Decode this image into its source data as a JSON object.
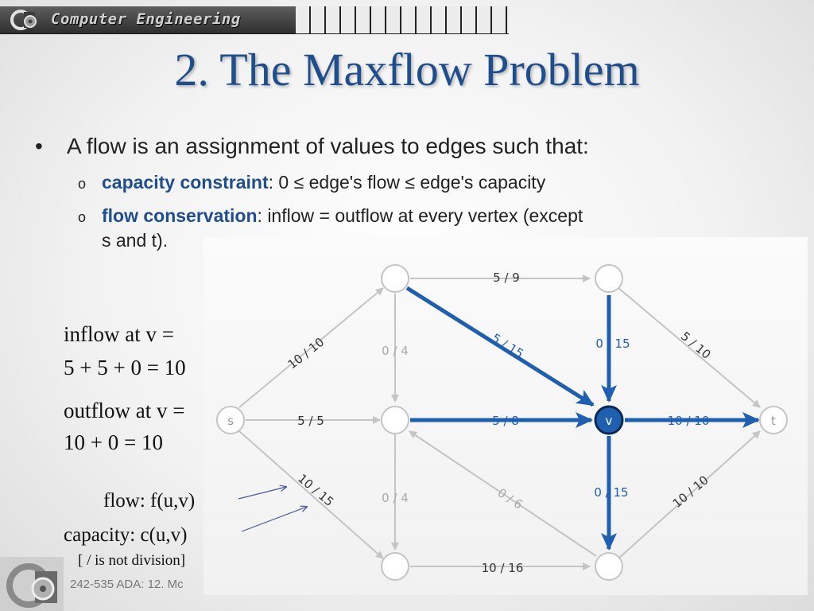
{
  "header": {
    "banner_text": "Computer Engineering"
  },
  "title": "2. The Maxflow Problem",
  "bullets": {
    "main": "A flow is an assignment of values to edges such that:",
    "sub1_term": "capacity constraint",
    "sub1_text": ":  0  ≤  edge's flow  ≤  edge's capacity",
    "sub2_term": "flow conservation",
    "sub2_text": ":  inflow  =  outflow at every vertex (except",
    "sub2_cont": "s and t)."
  },
  "annotations": {
    "inflow_label": "inflow at v =",
    "inflow_calc": "5 + 5 + 0 = 10",
    "outflow_label": "outflow at v =",
    "outflow_calc": "10 + 0 = 10",
    "flow_def": "flow: f(u,v)",
    "capacity_def": "capacity: c(u,v)",
    "division_note": "[ / is not division]"
  },
  "graph": {
    "nodes": [
      {
        "id": "s",
        "label": "s"
      },
      {
        "id": "t",
        "label": "t"
      },
      {
        "id": "v",
        "label": "v"
      }
    ],
    "edges": [
      {
        "id": "s-a",
        "label": "10 / 10"
      },
      {
        "id": "a-b",
        "label": "5 / 9"
      },
      {
        "id": "b-t",
        "label": "5 / 10"
      },
      {
        "id": "a-c",
        "label": "0 / 4"
      },
      {
        "id": "a-v",
        "label": "5 / 15"
      },
      {
        "id": "b-v",
        "label": "0 / 15"
      },
      {
        "id": "s-c",
        "label": "5 / 5"
      },
      {
        "id": "c-v",
        "label": "5 / 8"
      },
      {
        "id": "v-t",
        "label": "10 / 10"
      },
      {
        "id": "s-d",
        "label": "10 / 15"
      },
      {
        "id": "c-d",
        "label": "0 / 4"
      },
      {
        "id": "e-c",
        "label": "0 / 6"
      },
      {
        "id": "v-e",
        "label": "0 / 15"
      },
      {
        "id": "d-e",
        "label": "10 / 16"
      },
      {
        "id": "e-t",
        "label": "10 / 10"
      }
    ],
    "colors": {
      "flow": "#1f5fb0",
      "empty": "#c4c4c4",
      "label_gray": "#aaaaaa",
      "label_blue": "#1f5fb0",
      "label_dark": "#333333"
    }
  },
  "footer": {
    "text": "242-535 ADA:  12. Mc"
  }
}
